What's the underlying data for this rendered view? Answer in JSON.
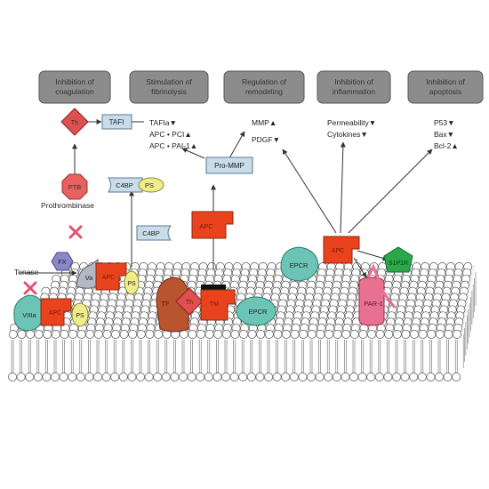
{
  "headers": {
    "coagulation": [
      "Inhibition of",
      "coagulation"
    ],
    "fibrinolysis": [
      "Stimulation of",
      "fibrinolysis"
    ],
    "remodeling": [
      "Regulation of",
      "remodeling"
    ],
    "inflammation": [
      "Inhibition of",
      "inflammation"
    ],
    "apoptosis": [
      "Inhibition of",
      "apoptosis"
    ]
  },
  "effects": {
    "fibrinolysis": [
      "TAFIa▼",
      "APC • PCI▲",
      "APC • PAI-1▲"
    ],
    "remodeling": [
      "MMP▲",
      "PDGF▼"
    ],
    "inflammation": [
      "Permeability▼",
      "Cytokines▼"
    ],
    "apoptosis": [
      "P53▼",
      "Bax▼",
      "Bcl-2▲"
    ]
  },
  "molecules": {
    "th": "Th",
    "tafi": "TAFI",
    "ptb": "PTB",
    "prothrombinase": "Prothrombinase",
    "c4bp_ps": "C4BP",
    "ps": "PS",
    "c4bp": "C4BP",
    "pro_mmp": "Pro-MMP",
    "fx": "FX",
    "tenase": "Tenase",
    "va": "Va",
    "apc": "APC",
    "viiia": "VIIIa",
    "tm": "TM",
    "tf": "TF",
    "epcr": "EPCR",
    "par1": "PAR-1",
    "s1p1r": "S1P1R",
    "question": "?"
  },
  "colors": {
    "header_fill": "#8c8c8c",
    "apc_red": "#e8431c",
    "th_red": "#e05050",
    "epcr_teal": "#6cc4b6",
    "ps_yellow": "#f0ec8c",
    "fx_purple": "#8a88c8",
    "par_pink": "#e87090",
    "s1p_green": "#2aa84a",
    "tafi_blue": "#c8dcea",
    "tf_brown": "#b8542e",
    "inhibit_x": "#e85070"
  }
}
